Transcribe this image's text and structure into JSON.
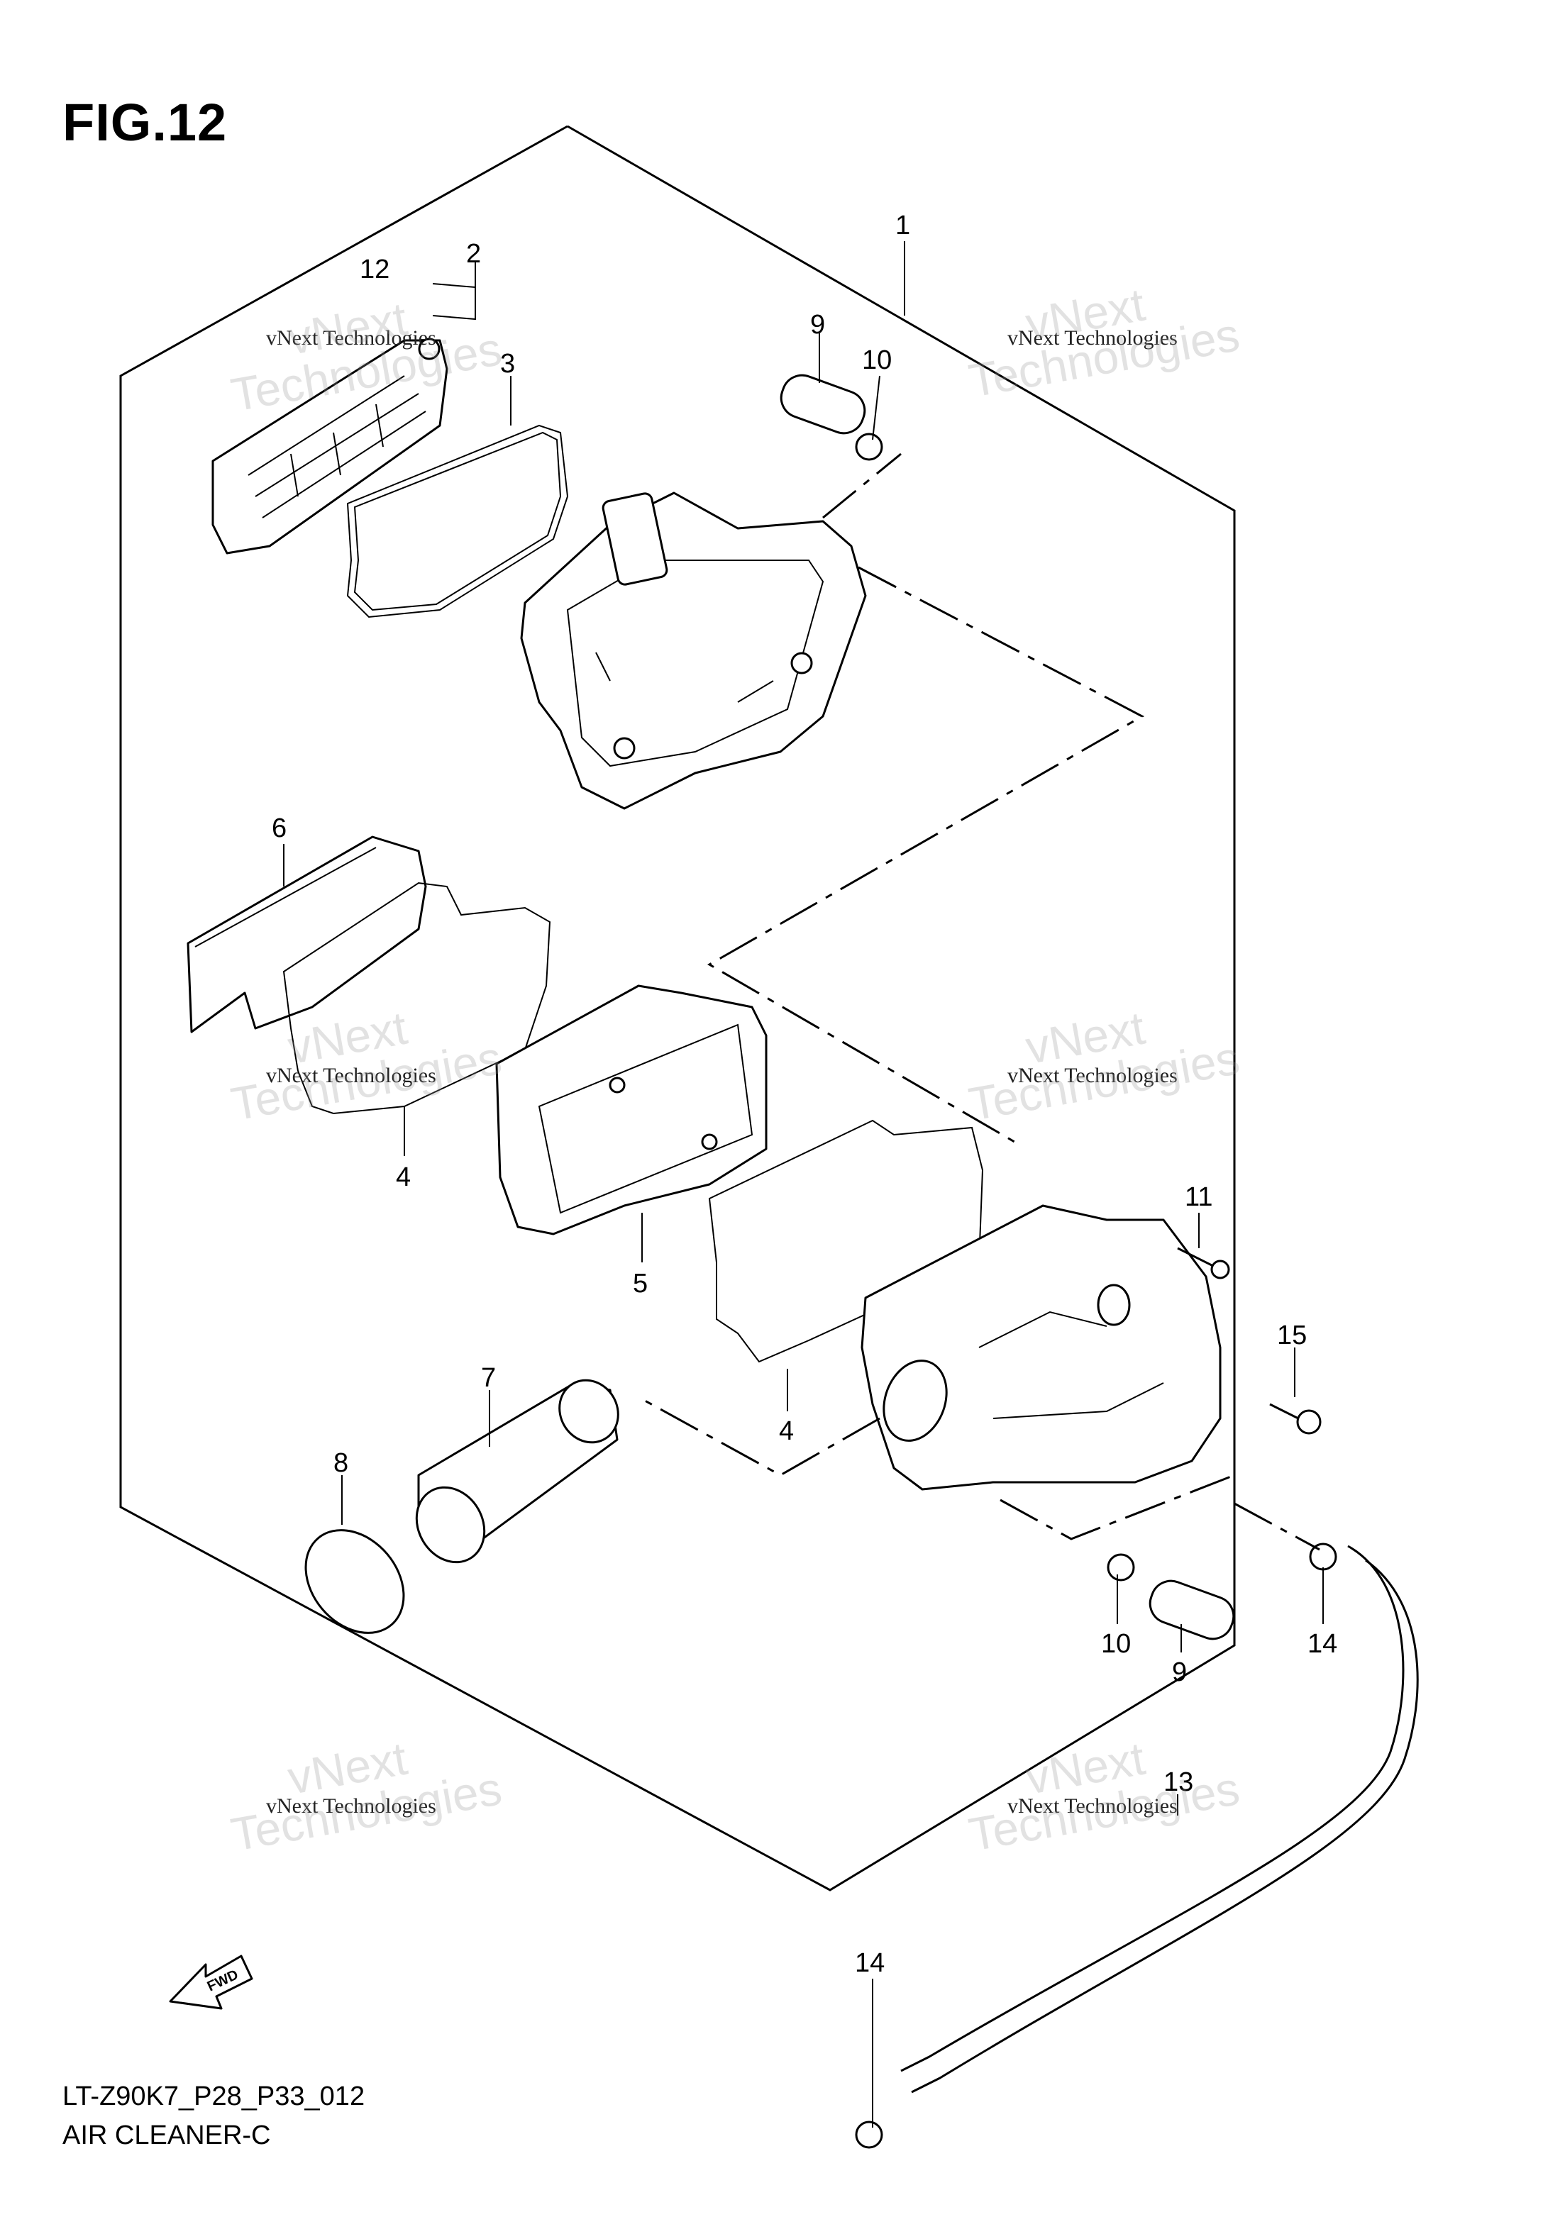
{
  "figure": {
    "title": "FIG.12"
  },
  "footer": {
    "code": "LT-Z90K7_P28_P33_012",
    "name": "AIR CLEANER-C"
  },
  "fwd_label": "FWD",
  "watermark": {
    "line1": "vNext Technologies",
    "line2": "vNext",
    "line3": "Technologies"
  },
  "callouts": {
    "c1": "1",
    "c2": "2",
    "c3": "3",
    "c4a": "4",
    "c4b": "4",
    "c5": "5",
    "c6": "6",
    "c7": "7",
    "c8": "8",
    "c9a": "9",
    "c9b": "9",
    "c10a": "10",
    "c10b": "10",
    "c11": "11",
    "c12": "12",
    "c13": "13",
    "c14a": "14",
    "c14b": "14",
    "c15": "15"
  }
}
